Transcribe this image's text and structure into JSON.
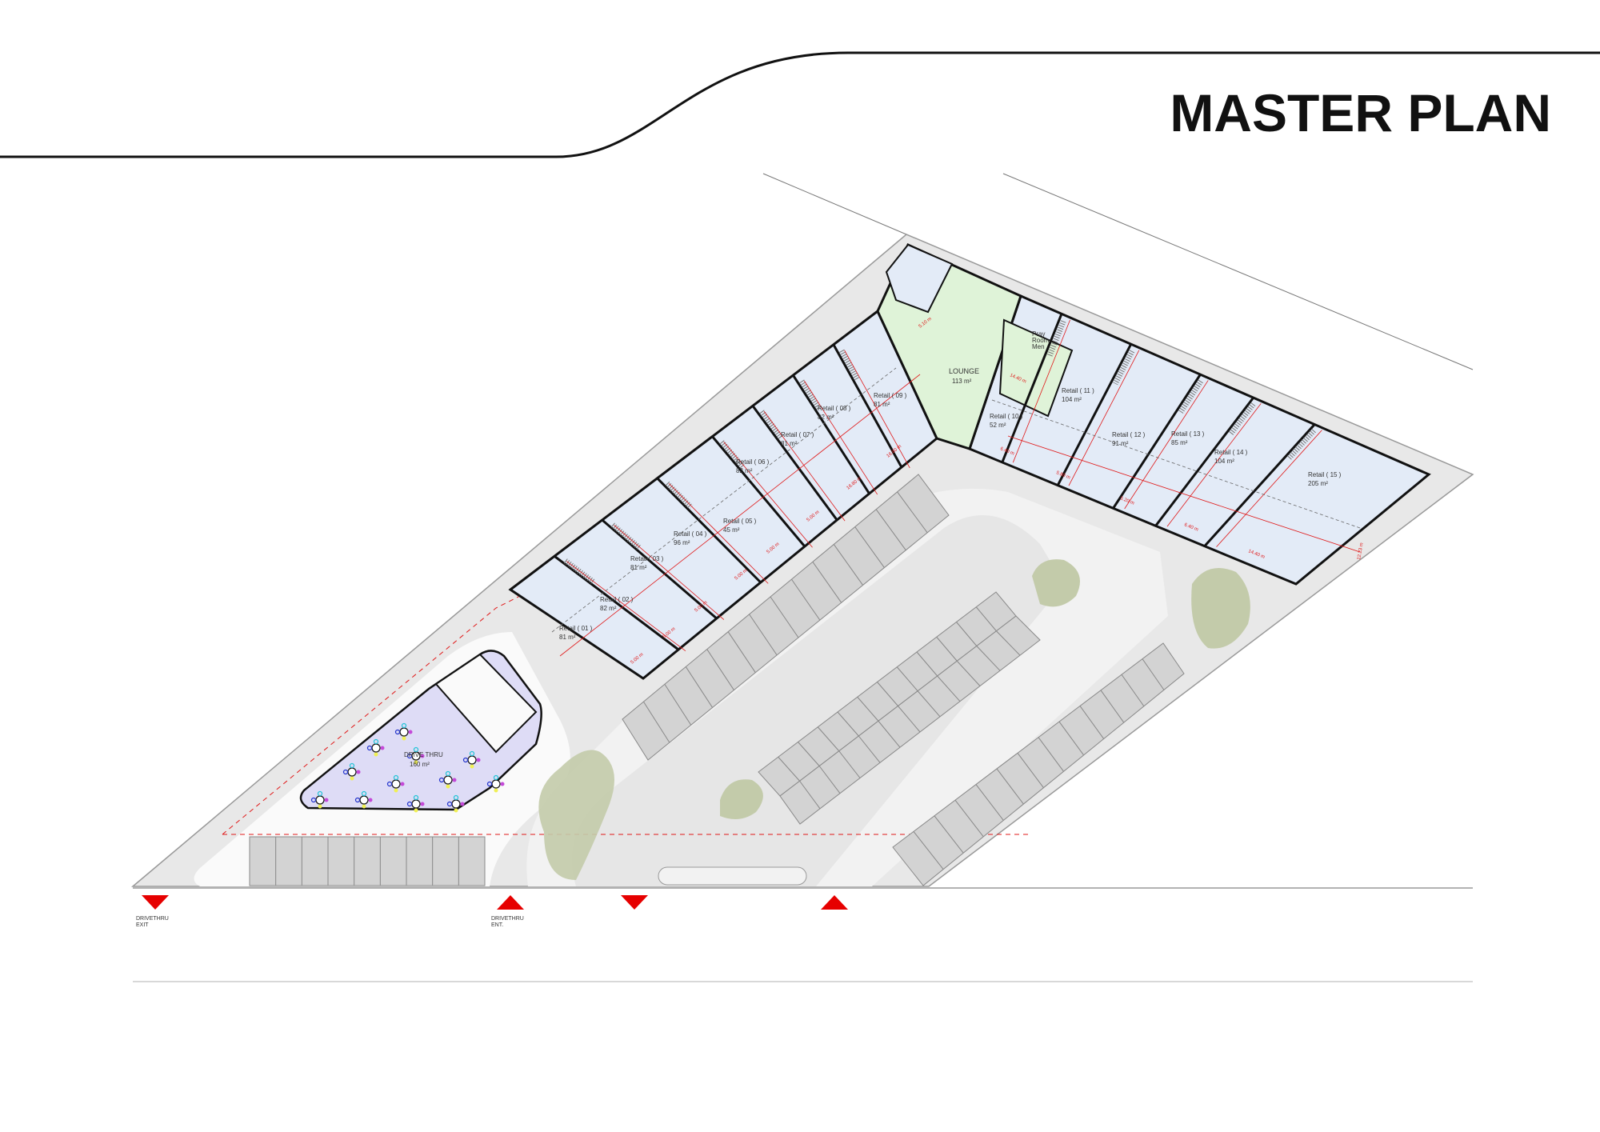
{
  "title": "MASTER PLAN",
  "colors": {
    "retail_fill": "#e3ebf7",
    "lounge_fill": "#dff3d8",
    "drive_thru_fill": "#dedcf6",
    "road": "#e8e8e8",
    "parking": "#d3d3d3",
    "tree": "#c3cbaa",
    "marker": "#e60000",
    "dimension": "#e01818"
  },
  "units": [
    {
      "name": "Retail ( 01 )",
      "area": "81 m²"
    },
    {
      "name": "Retail ( 02 )",
      "area": "82 m²"
    },
    {
      "name": "Retail ( 03 )",
      "area": "81 m²"
    },
    {
      "name": "Retail ( 04 )",
      "area": "96 m²"
    },
    {
      "name": "Retail ( 05 )",
      "area": "45 m²"
    },
    {
      "name": "Retail ( 06 )",
      "area": "82 m²"
    },
    {
      "name": "Retail ( 07 )",
      "area": "81 m²"
    },
    {
      "name": "Retail ( 08 )",
      "area": "82 m²"
    },
    {
      "name": "Retail ( 09 )",
      "area": "81 m²"
    },
    {
      "name": "Retail ( 10 )",
      "area": "52 m²"
    },
    {
      "name": "Retail ( 11 )",
      "area": "104 m²"
    },
    {
      "name": "Retail ( 12 )",
      "area": "91 m²"
    },
    {
      "name": "Retail ( 13 )",
      "area": "85 m²"
    },
    {
      "name": "Retail ( 14 )",
      "area": "104 m²"
    },
    {
      "name": "Retail ( 15 )",
      "area": "205 m²"
    }
  ],
  "lounge": {
    "name": "LOUNGE",
    "area": "113 m²"
  },
  "pray_room": {
    "line1": "Pray",
    "line2": "Room",
    "line3": "Men"
  },
  "drive_thru": {
    "name": "DRIVE THRU",
    "area": "160 m²"
  },
  "gates": [
    {
      "label1": "DRIVETHRU",
      "label2": "EXIT",
      "direction": "out"
    },
    {
      "label1": "DRIVETHRU",
      "label2": "ENT.",
      "direction": "in"
    },
    {
      "label1": "",
      "label2": "",
      "direction": "out"
    },
    {
      "label1": "",
      "label2": "",
      "direction": "in"
    }
  ],
  "dimensions": [
    "5.00 m",
    "5.00 m",
    "5.00 m",
    "5.00 m",
    "5.00 m",
    "5.00 m",
    "16.80 m",
    "16.80 m",
    "6.40 m",
    "5.80 m",
    "5.20 m",
    "6.40 m",
    "14.40 m",
    "14.40 m",
    "12.23 m",
    "5.10 m"
  ]
}
